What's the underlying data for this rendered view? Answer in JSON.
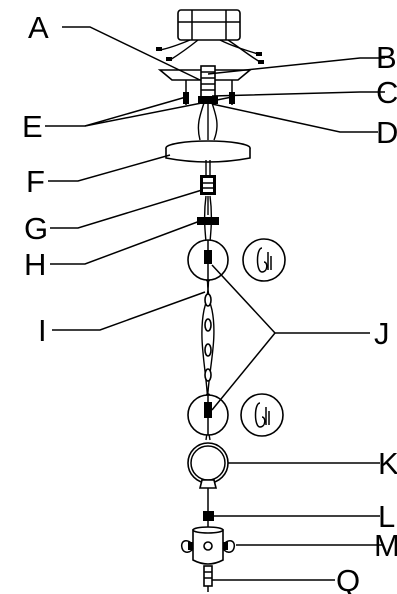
{
  "callouts": [
    {
      "id": "A",
      "text": "A"
    },
    {
      "id": "B",
      "text": "B"
    },
    {
      "id": "C",
      "text": "C"
    },
    {
      "id": "D",
      "text": "D"
    },
    {
      "id": "E",
      "text": "E"
    },
    {
      "id": "F",
      "text": "F"
    },
    {
      "id": "G",
      "text": "G"
    },
    {
      "id": "H",
      "text": "H"
    },
    {
      "id": "I",
      "text": "I"
    },
    {
      "id": "J",
      "text": "J"
    },
    {
      "id": "K",
      "text": "K"
    },
    {
      "id": "L",
      "text": "L"
    },
    {
      "id": "M",
      "text": "M"
    },
    {
      "id": "Q",
      "text": "Q"
    }
  ],
  "colors": {
    "ink": "#000000",
    "background": "#ffffff"
  }
}
